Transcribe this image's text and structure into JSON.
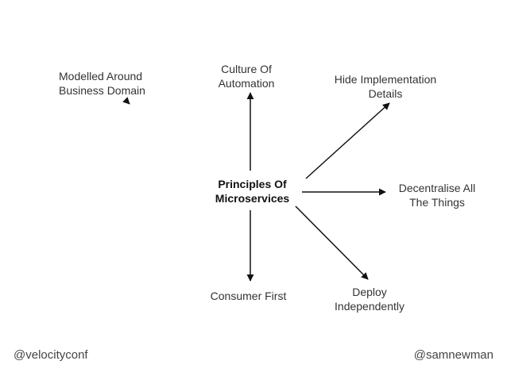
{
  "diagram": {
    "center": "Principles Of\nMicroservices",
    "principles": {
      "modelled": "Modelled Around\nBusiness Domain",
      "culture": "Culture Of\nAutomation",
      "hide": "Hide Implementation\nDetails",
      "decentralise": "Decentralise All\nThe Things",
      "deploy": "Deploy\nIndependently",
      "consumer": "Consumer First"
    }
  },
  "footer": {
    "left_handle": "@velocityconf",
    "right_handle": "@samnewman"
  },
  "colors": {
    "text": "#333333",
    "arrow": "#111111",
    "background": "#ffffff"
  }
}
